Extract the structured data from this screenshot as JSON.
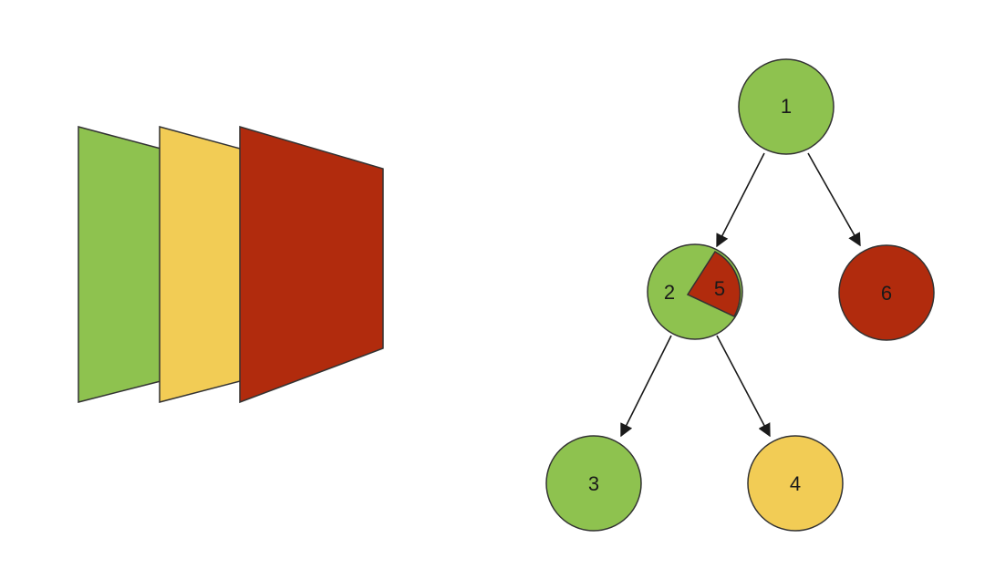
{
  "colors": {
    "green": "#8ec24f",
    "yellow": "#f2cc55",
    "red": "#b12b0d",
    "stroke": "#333333",
    "edge": "#1a1a1a"
  },
  "stacked_panels": [
    {
      "name": "green-panel",
      "color": "green"
    },
    {
      "name": "yellow-panel",
      "color": "yellow"
    },
    {
      "name": "red-panel",
      "color": "red"
    }
  ],
  "tree": {
    "nodes": [
      {
        "id": "1",
        "label": "1",
        "color": "green"
      },
      {
        "id": "2",
        "label": "2",
        "color": "green",
        "wedge": {
          "label": "5",
          "color": "red"
        }
      },
      {
        "id": "6",
        "label": "6",
        "color": "red"
      },
      {
        "id": "3",
        "label": "3",
        "color": "green"
      },
      {
        "id": "4",
        "label": "4",
        "color": "yellow"
      }
    ],
    "edges": [
      {
        "from": "1",
        "to": "2"
      },
      {
        "from": "1",
        "to": "6"
      },
      {
        "from": "2",
        "to": "3"
      },
      {
        "from": "2",
        "to": "4"
      }
    ]
  }
}
